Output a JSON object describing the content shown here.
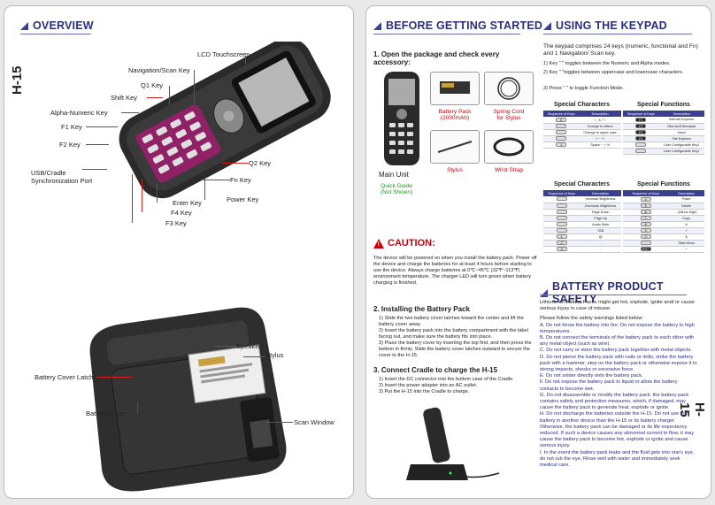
{
  "brand": "H-15",
  "left": {
    "overview_title": "OVERVIEW",
    "callouts_front": {
      "lcd": "LCD Touchscreen",
      "nav": "Navigation/Scan Key",
      "q1": "Q1 Key",
      "shift": "Shift  Key",
      "alpha": "Alpha-Numeric Key",
      "f1": "F1 Key",
      "f2": "F2 Key",
      "usb": "USB/Cradle\nSynchronization Port",
      "q2": "Q2 Key",
      "fn": "Fn Key",
      "power": "Power Key",
      "enter": "Enter Key",
      "f4": "F4 Key",
      "f3": "F3 Key"
    },
    "callouts_back": {
      "speaker": "Speaker",
      "stylus": "Stylus",
      "battery_latch": "Battery Cover Latch",
      "battery_cover": "Battery Cover",
      "scan_window": "Scan Window"
    }
  },
  "right": {
    "before_title": "BEFORE GETTING STARTED",
    "keypad_title": "USING THE KEYPAD",
    "step1": "1. Open the package and check every\n    accessory:",
    "main_unit": "Main Unit",
    "battery_pack": "Battery Pack\n(2000mAh)",
    "spring_cord": "Spring Cord\nfor Stylus",
    "stylus": "Stylus",
    "wrist_strap": "Wrist Strap",
    "quick_guide": "Quick Guide\n(Not Shown)",
    "keypad_intro": "The keypad comprises 24 keys (numeric, functional and Fn) and 1 Navigation/ Scan key.",
    "keypad_list": [
      "1) Key \"     \" toggles between the Numeric and  Alpha modes.",
      "2) Key \"     \"toggles between uppercase and lowercase characters.",
      "3) Press \"     \" to toggle Function Mode."
    ],
    "sc_title": "Special Characters",
    "sf_title": "Special Functions",
    "col_seq": "Sequence of Keys",
    "col_desc": "Description",
    "table1_left": [
      {
        "key": "0",
        "desc": "! ; ∧ ? \\"
      },
      {
        "key": "",
        "desc": "Change to letters"
      },
      {
        "key": "",
        "desc": "Change to upper case"
      },
      {
        "key": "",
        "desc": "+ − * /"
      },
      {
        "key": "1",
        "desc": "Space ~ = %"
      }
    ],
    "table1_right": [
      {
        "key": "F1",
        "desc": "Internet Explorer"
      },
      {
        "key": "F2",
        "desc": "Microsoft Wordpad"
      },
      {
        "key": "F3",
        "desc": "Inbox"
      },
      {
        "key": "F4",
        "desc": "File Explorer"
      },
      {
        "key": "",
        "desc": "User Configurable Key1"
      },
      {
        "key": "",
        "desc": "User Configurable Key2"
      }
    ],
    "table2_left": [
      {
        "key": "",
        "desc": "Increase Brightness"
      },
      {
        "key": "",
        "desc": "Decrease Brightness"
      },
      {
        "key": "",
        "desc": "Page Down"
      },
      {
        "key": "",
        "desc": "Page Up"
      },
      {
        "key": "",
        "desc": "Audio Mute"
      },
      {
        "key": "",
        "desc": "TAB"
      },
      {
        "key": "1",
        "desc": "@"
      },
      {
        "key": "2",
        "desc": "."
      },
      {
        "key": "3",
        "desc": "-"
      }
    ],
    "table2_right": [
      {
        "key": "4",
        "desc": "Paste"
      },
      {
        "key": "5",
        "desc": "Delete"
      },
      {
        "key": "6",
        "desc": "- (Minus Sign)"
      },
      {
        "key": "7",
        "desc": "Copy"
      },
      {
        "key": "8",
        "desc": "&"
      },
      {
        "key": "9",
        "desc": "+"
      },
      {
        "key": "0",
        "desc": "€"
      },
      {
        "key": "",
        "desc": "Start Menu"
      },
      {
        "key": "ENT",
        "desc": "*"
      }
    ],
    "caution_title": "CAUTION:",
    "caution_text": "The device will be powered on when you install the battery pack. Power off the device and charge the batteries for at least 4 hours before starting to use the device. Always charge batteries at 0℃~45℃ (32℉~113℉) environment temperature. The charger LED will turn green when battery charging is finished.",
    "step2_title": "2. Installing the Battery Pack",
    "step2_items": [
      "1) Slide the two battery cover latches toward the center and lift the battery cover away.",
      "2) Insert the battery pack into the battery compartment with the label facing out, and make sure the battery fits into place.",
      "3) Place the battery cover by inserting the top first, and then press the bottom in firmly. Slide the battery cover latches outward to secure the cover to the H-15."
    ],
    "step3_title": "3. Connect Cradle to charge the H-15",
    "step3_items": [
      "1) Insert the DC connector into the bottom case of the Cradle.",
      "2) Insert the power adapter into an AC outlet.",
      "3) Put the H-15 into the Cradle to charge."
    ],
    "safety_title": "BATTERY PRODUCT SAFETY",
    "safety_intro": "Lithium-ion Battery Packs might get hot, explode, ignite and/ or cause serious injury in case of misuse.",
    "safety_lead": "Please follow the safety warnings listed below:",
    "safety_items": [
      "A. Do not throw the battery into fire. Do not expose the battery to high temperatures.",
      "B. Do not connect the terminals of the battery pack to each other with any metal object (such as wire).",
      "C. Do not carry or store the battery pack together with metal objects.",
      "D. Do not pierce the battery pack with nails or drills, strike the battery pack with a hammer, step on the battery pack or otherwise expose it to strong impacts, shocks or excessive force.",
      "E. Do not solder directly onto the battery pack.",
      "F. Do not expose the battery pack to liquid or allow the battery contacts to become wet.",
      "G. Do not disassemble or modify the battery pack. the battery pack contains safety and protection measures, which, if damaged, may cause the battery pack to generate heat, explode or ignite.",
      "H. Do not discharge the batteries outside the H-15. Do not use the battery in another device than the H-15 or its battery charger. Otherwise, the battery pack can be damaged or its life expectancy reduced. If such a device causes any abnormal current to flow, it may cause the battery pack to become hot, explode or ignite and cause serious injury.",
      "I. In the event the battery pack leaks and the fluid gets into one's eye, do not rub the eye. Rinse well with water and immediately seek medical care."
    ]
  }
}
